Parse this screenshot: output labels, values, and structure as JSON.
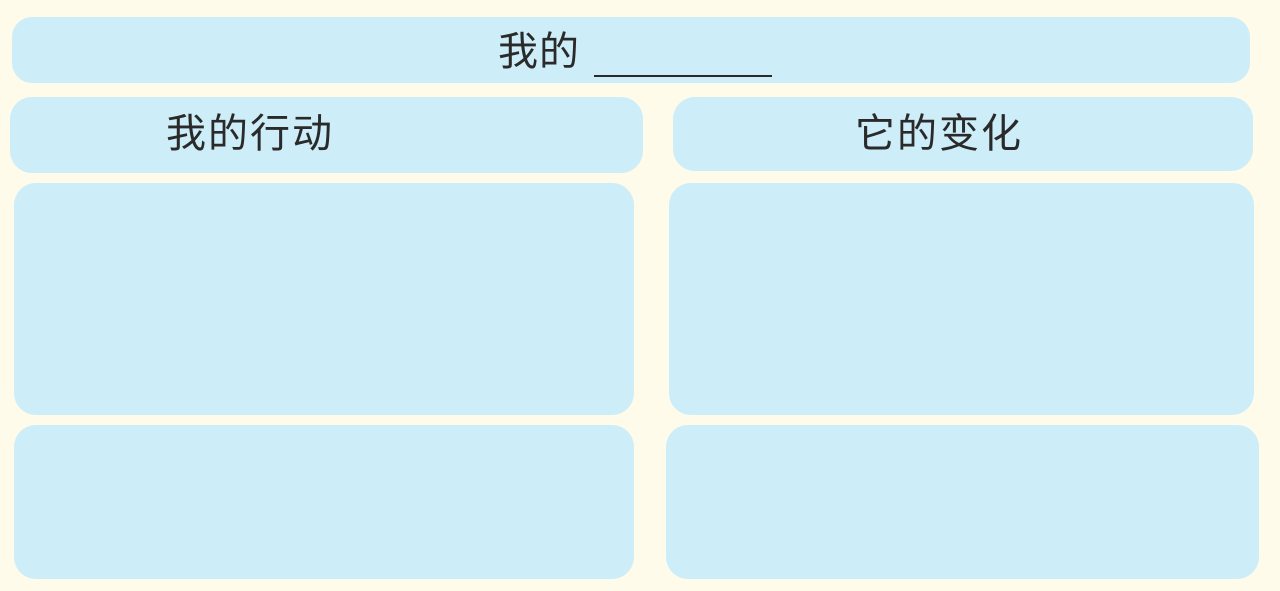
{
  "worksheet": {
    "title_prefix": "我的",
    "columns": [
      {
        "header": "我的行动"
      },
      {
        "header": "它的变化"
      }
    ],
    "rows": [
      {
        "my_action": "",
        "its_change": ""
      },
      {
        "my_action": "",
        "its_change": ""
      }
    ]
  }
}
